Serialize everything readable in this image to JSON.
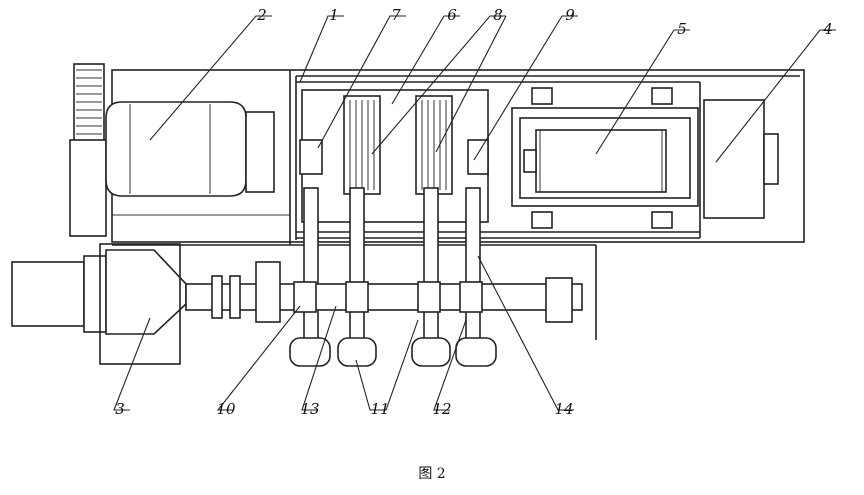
{
  "figure": {
    "caption": "图 2",
    "labels": [
      "1",
      "2",
      "3",
      "4",
      "5",
      "6",
      "7",
      "8",
      "9",
      "10",
      "11",
      "12",
      "13",
      "14"
    ]
  }
}
